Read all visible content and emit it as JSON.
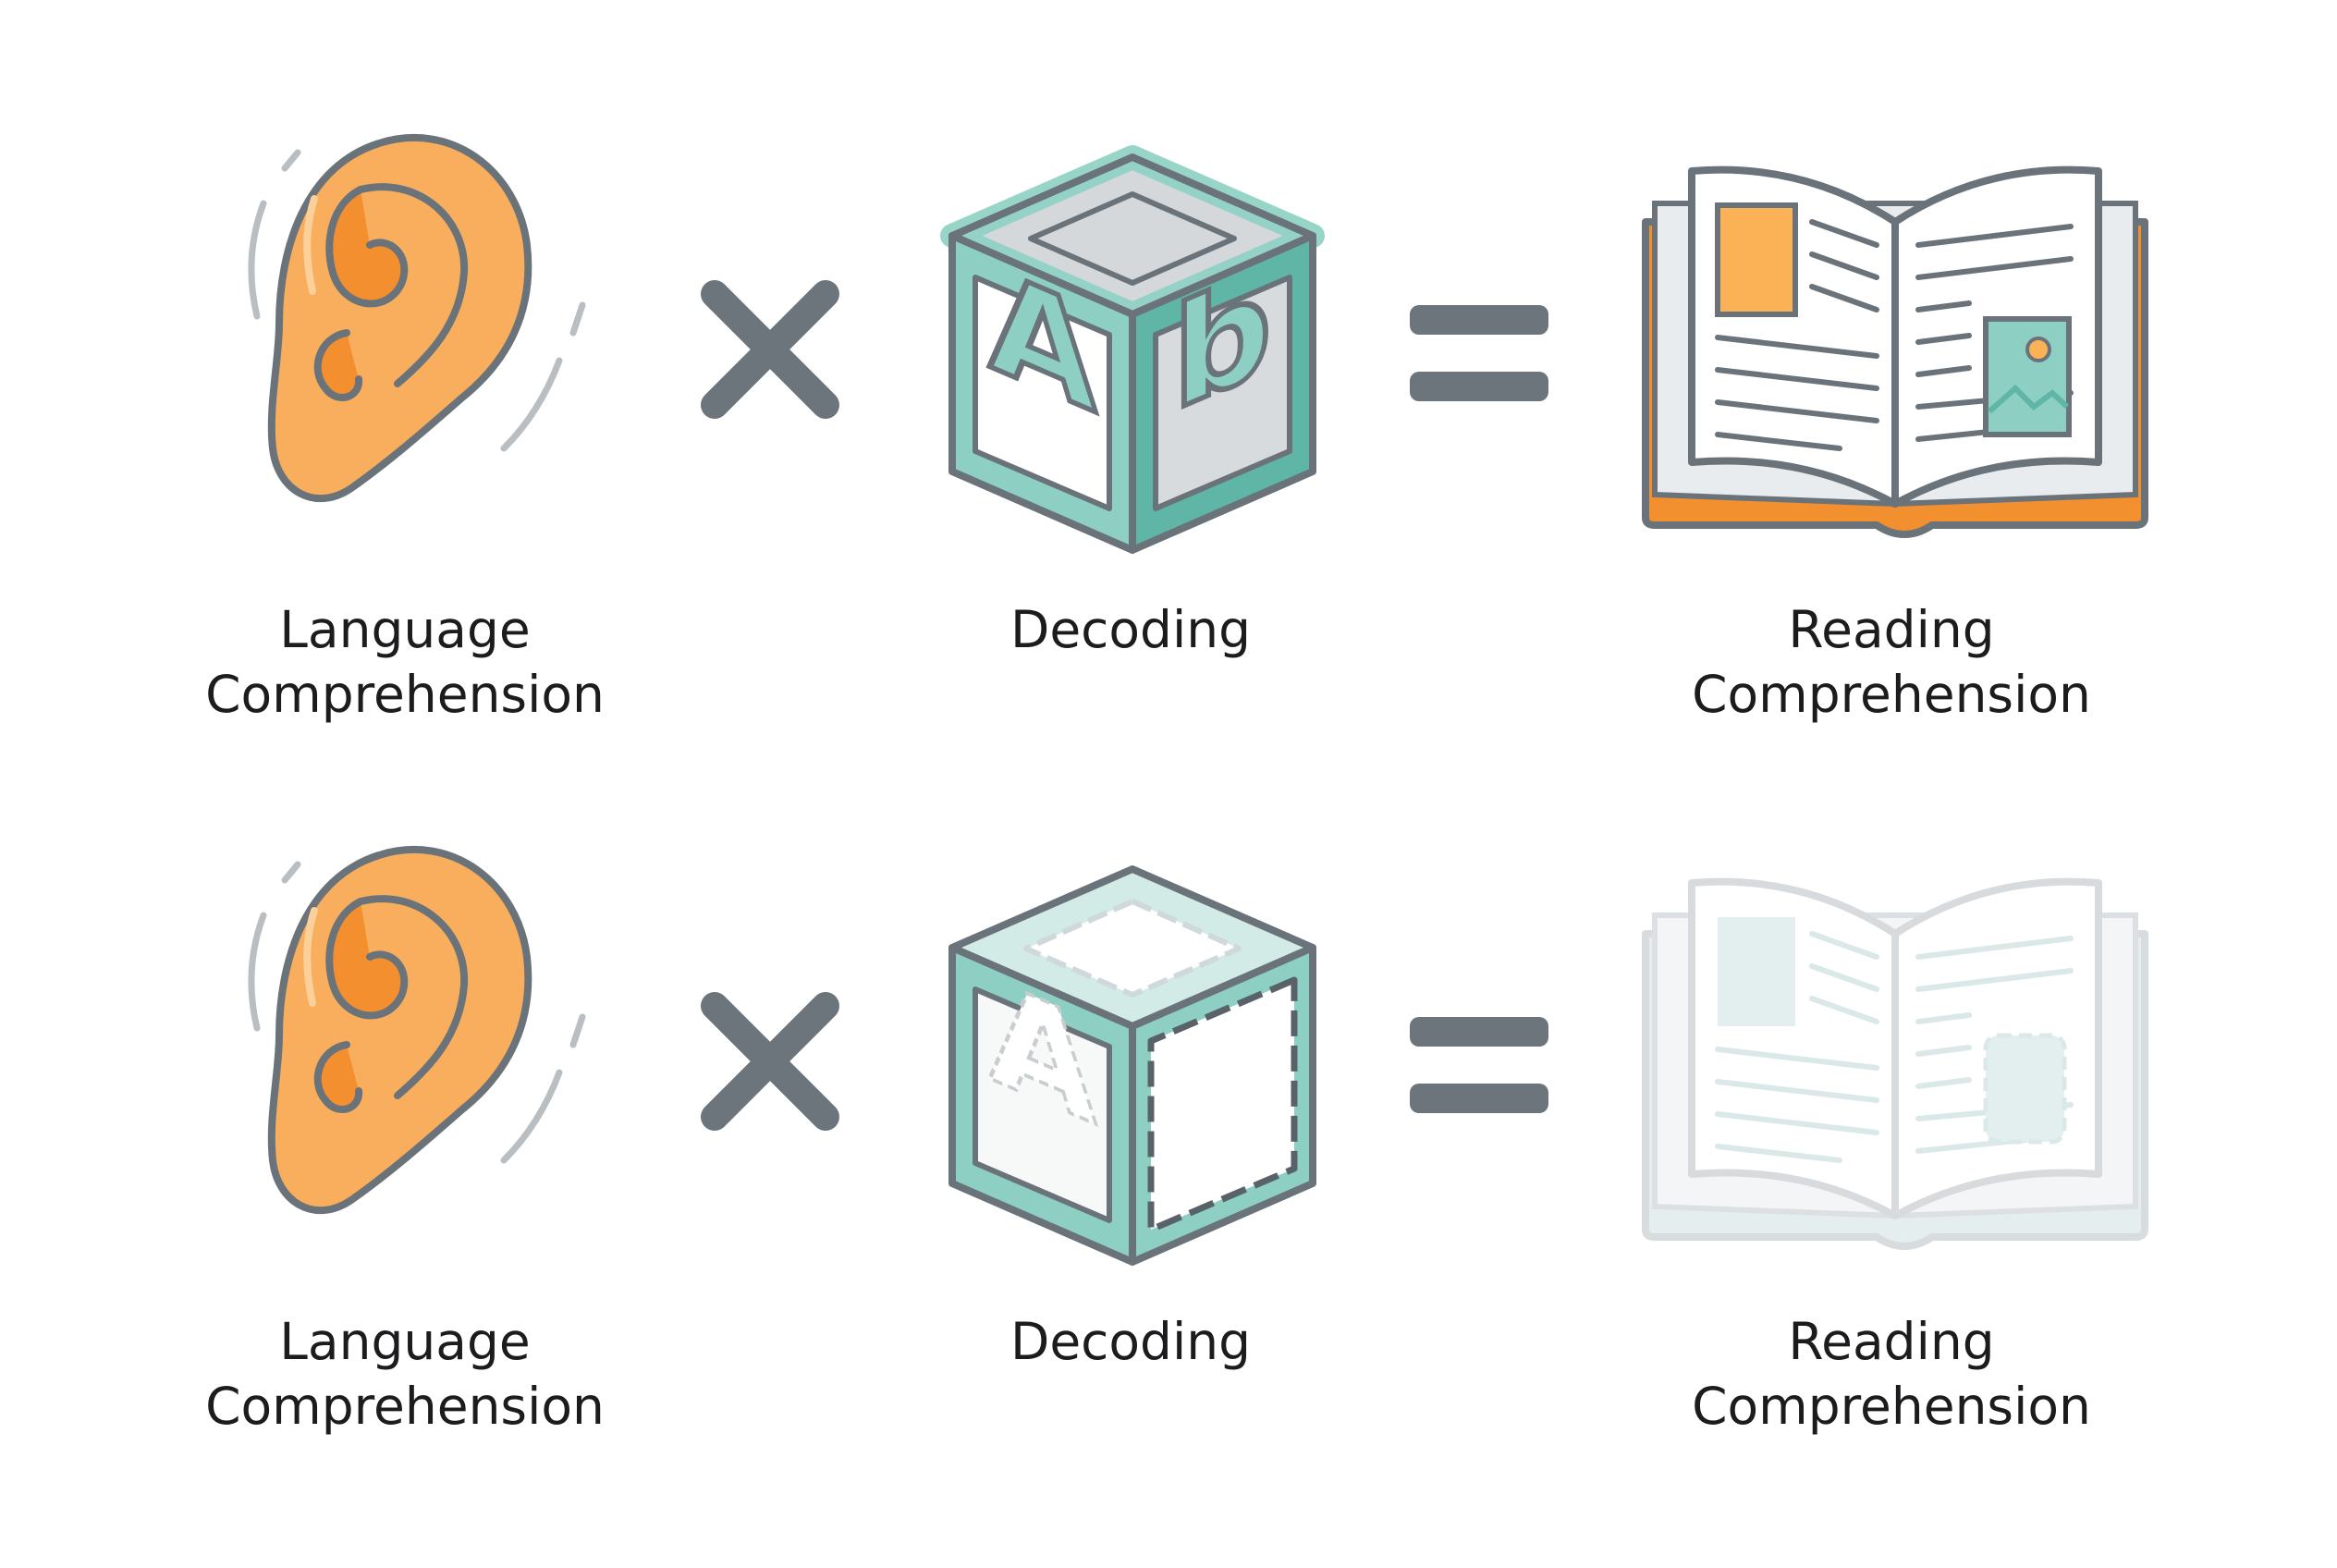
{
  "rows": [
    {
      "state": "intact",
      "ear": {
        "icon": "ear-icon",
        "line1": "Language",
        "line2": "Comprehension"
      },
      "operator1": {
        "icon": "multiply-icon"
      },
      "block": {
        "icon": "letter-block-icon",
        "line1": "Decoding",
        "face_letter_left": "A",
        "face_letter_right": "b"
      },
      "operator2": {
        "icon": "equals-icon"
      },
      "book": {
        "icon": "open-book-icon",
        "line1": "Reading",
        "line2": "Comprehension"
      }
    },
    {
      "state": "faded",
      "ear": {
        "icon": "ear-icon",
        "line1": "Language",
        "line2": "Comprehension"
      },
      "operator1": {
        "icon": "multiply-icon"
      },
      "block": {
        "icon": "faded-letter-block-icon",
        "line1": "Decoding",
        "face_letter_left": "A"
      },
      "operator2": {
        "icon": "equals-icon"
      },
      "book": {
        "icon": "faded-open-book-icon",
        "line1": "Reading",
        "line2": "Comprehension"
      }
    }
  ],
  "colors": {
    "outline": "#6b737a",
    "ear": "#f8ae5c",
    "ear_inner": "#f38f2f",
    "teal": "#8dd0c3",
    "teal_dark": "#5fb6a6",
    "operator": "#6d757c",
    "book_cover": "#f2902f",
    "book_accent": "#fbb257",
    "faded": "#dfe9ea"
  }
}
